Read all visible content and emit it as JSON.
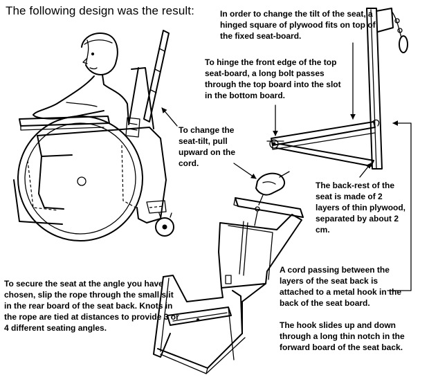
{
  "title": "The following design was the result:",
  "notes": {
    "tilt_change": "In order to change the tilt of the seat, a hinged square of plywood fits on top of the fixed seat-board.",
    "hinge": "To hinge the front edge of the top seat-board, a long bolt passes through the top board into the slot in the bottom board.",
    "pull_cord": "To change the seat-tilt, pull upward on the cord.",
    "back_rest": "The back-rest of the seat is made of 2 layers of thin plywood, separated by about 2 cm.",
    "secure_seat": "To secure the seat at the angle you have chosen, slip the rope through the small slit in the rear board of the seat back. Knots in the rope are tied at distances to provide 3 or 4 different seating angles.",
    "cord_hook": "A cord passing between the layers of the seat back is attached to a metal hook in the back of the seat board.",
    "hook_slides": "The hook slides up and down through a long thin notch in the forward board of the seat back."
  }
}
